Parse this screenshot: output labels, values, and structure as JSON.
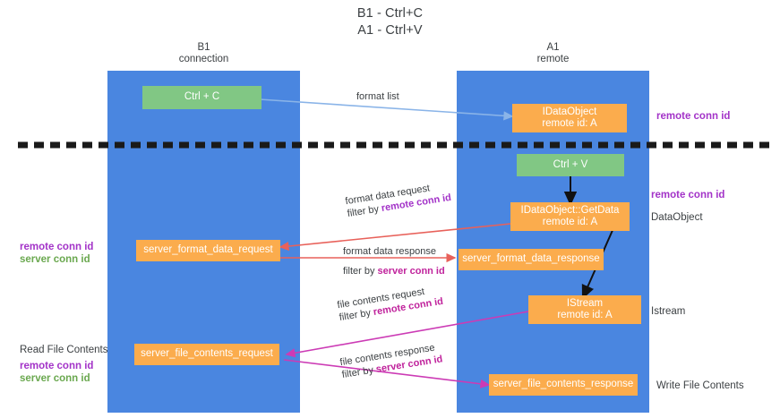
{
  "title": {
    "line1": "B1 - Ctrl+C",
    "line2": "A1 - Ctrl+V"
  },
  "lanes": [
    {
      "id": "b1",
      "name": "B1",
      "sub": "connection"
    },
    {
      "id": "a1",
      "name": "A1",
      "sub": "remote"
    }
  ],
  "boxes": {
    "ctrl_c": "Ctrl + C",
    "idataobject": "IDataObject\nremote id: A",
    "ctrl_v": "Ctrl + V",
    "getdata": "IDataObject::GetData\nremote id: A",
    "server_format_data_request": "server_format_data_request",
    "server_format_data_response": "server_format_data_response",
    "istream": "IStream\nremote id: A",
    "server_file_contents_request": "server_file_contents_request",
    "server_file_contents_response": "server_file_contents_response"
  },
  "right_labels": {
    "remote_conn_id_1": "remote conn id",
    "remote_conn_id_2": "remote conn id",
    "dataobject": "DataObject",
    "istream": "Istream",
    "write_file_contents": "Write File Contents"
  },
  "left_labels": {
    "remote_conn_id": "remote conn id",
    "server_conn_id": "server conn id",
    "read_file_contents": "Read File Contents",
    "remote_conn_id_2": "remote conn id",
    "server_conn_id_2": "server conn id"
  },
  "connector_labels": {
    "format_list": "format list",
    "format_data_request": "format data request",
    "format_data_request_filter_prefix": "filter by ",
    "format_data_request_filter_key": "remote conn id",
    "format_data_response": "format data response",
    "format_data_response_filter_prefix": "filter by ",
    "format_data_response_filter_key": "server conn id",
    "file_contents_request": "file contents request",
    "file_contents_request_filter_prefix": "filter by ",
    "file_contents_request_filter_key": "remote conn id",
    "file_contents_response": "file contents response",
    "file_contents_response_filter_prefix": "filter by ",
    "file_contents_response_filter_key": "server conn id"
  },
  "colors": {
    "lane": "#4a86e0",
    "green_box": "#81c784",
    "orange_box": "#fbac4d",
    "purple_text": "#a333c8",
    "green_text": "#6aa84f",
    "magenta_text": "#c0239c",
    "red_arrow": "#e8615a",
    "magenta_arrow": "#cc3bb5",
    "blue_arrow": "#8ab4e8",
    "black_arrow": "#000000",
    "divider": "#1a1a1a"
  }
}
